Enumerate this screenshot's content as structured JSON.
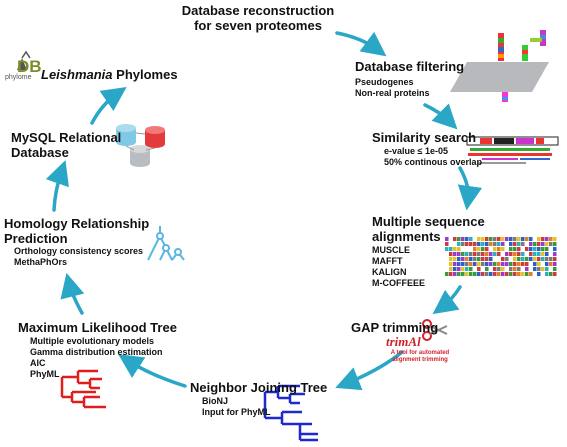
{
  "steps": {
    "db_reconstruction": {
      "title_line1": "Database reconstruction",
      "title_line2": "for seven proteomes"
    },
    "db_filtering": {
      "title": "Database filtering",
      "items": [
        "Pseudogenes",
        "Non-real proteins"
      ]
    },
    "similarity": {
      "title": "Similarity search",
      "items": [
        "e-value ≤ 1e-05",
        "50% continous overlap"
      ]
    },
    "msa": {
      "title_line1": "Multiple sequence",
      "title_line2": "alignments",
      "items": [
        "MUSCLE",
        "MAFFT",
        "KALIGN",
        "M-COFFEEE"
      ]
    },
    "gap": {
      "title": "GAP trimming"
    },
    "nj": {
      "title": "Neighbor Joining Tree",
      "items": [
        "BioNJ",
        "Input for PhyML"
      ]
    },
    "ml": {
      "title": "Maximum Likelihood Tree",
      "items": [
        "Multiple evolutionary models",
        "Gamma distribution estimation",
        "AIC",
        "PhyML"
      ]
    },
    "homology": {
      "title_line1": "Homology Relationship",
      "title_line2": "Prediction",
      "items": [
        "Orthology consistency scores",
        "MethaPhOrs"
      ]
    },
    "mysql": {
      "title_line1": "MySQL Relational",
      "title_line2": "Database"
    },
    "phylomes": {
      "title_italic": "Leishmania",
      "title_rest": " Phylomes"
    }
  },
  "logos": {
    "phylomedb": {
      "mark": "DB",
      "sub": "phylome"
    },
    "trimal": {
      "mark": "trimAl",
      "tagline_line1": "A tool for automated",
      "tagline_line2": "alignment trimming"
    }
  },
  "colors": {
    "arrow": "#2aa7c6",
    "ml_tree": "#e01e1e",
    "nj_tree": "#1e2ad0",
    "homology_tree": "#5ab6de",
    "db_cyl_blue": "#7fc9e6",
    "db_cyl_red": "#e33b3b",
    "db_cyl_grey": "#b9bcc0"
  }
}
